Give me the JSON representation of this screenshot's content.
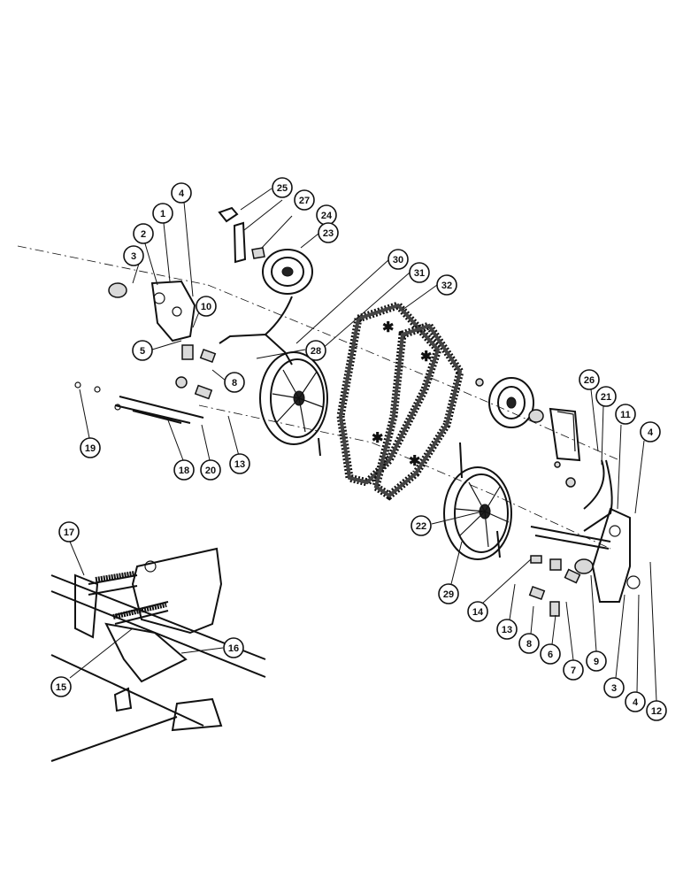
{
  "callouts": [
    {
      "label": "1"
    },
    {
      "label": "2"
    },
    {
      "label": "3"
    },
    {
      "label": "4"
    },
    {
      "label": "5"
    },
    {
      "label": "10"
    },
    {
      "label": "8"
    },
    {
      "label": "19"
    },
    {
      "label": "18"
    },
    {
      "label": "20"
    },
    {
      "label": "13"
    },
    {
      "label": "25"
    },
    {
      "label": "27"
    },
    {
      "label": "24"
    },
    {
      "label": "23"
    },
    {
      "label": "30"
    },
    {
      "label": "31"
    },
    {
      "label": "32"
    },
    {
      "label": "28"
    },
    {
      "label": "26"
    },
    {
      "label": "21"
    },
    {
      "label": "11"
    },
    {
      "label": "4"
    },
    {
      "label": "22"
    },
    {
      "label": "29"
    },
    {
      "label": "14"
    },
    {
      "label": "13"
    },
    {
      "label": "8"
    },
    {
      "label": "6"
    },
    {
      "label": "7"
    },
    {
      "label": "9"
    },
    {
      "label": "3"
    },
    {
      "label": "4"
    },
    {
      "label": "12"
    },
    {
      "label": "17"
    },
    {
      "label": "16"
    },
    {
      "label": "15"
    }
  ]
}
